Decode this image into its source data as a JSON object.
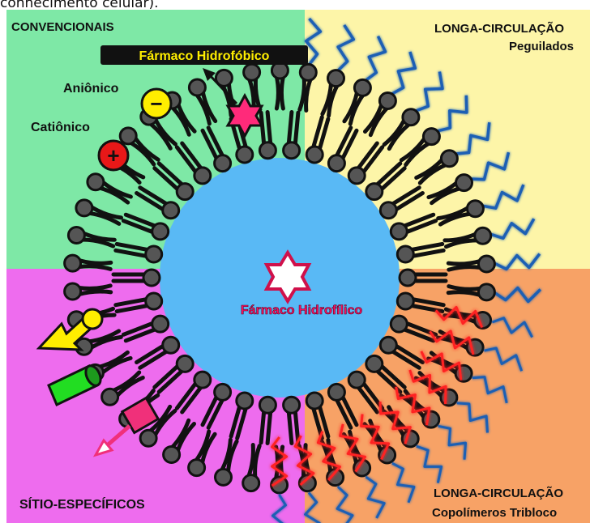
{
  "top_caption": "conhecimento celular).",
  "quadrants": {
    "top_left": {
      "title": "CONVENCIONAIS",
      "color": "#7ee8a6"
    },
    "top_right": {
      "title": "LONGA-CIRCULAÇÃO",
      "subtitle": "Peguilados",
      "color": "#fdf5a8"
    },
    "bottom_left": {
      "title": "SÍTIO-ESPECÍFICOS",
      "color": "#ee6cee"
    },
    "bottom_right": {
      "title": "LONGA-CIRCULAÇÃO",
      "subtitle": "Copolímeros Tribloco",
      "color": "#f7a266"
    }
  },
  "labels": {
    "anionic": "Aniônico",
    "cationic": "Catiônico",
    "anionic_symbol": "−",
    "cationic_symbol": "+",
    "hydrophobic_drug": "Fármaco Hidrofóbico",
    "hydrophilic_drug": "Fármaco Hidrofílico"
  },
  "colors": {
    "core": "#59b9f5",
    "lipid_head": "#555555",
    "lipid_tail": "#111111",
    "peg_chain": "#1a5fb4",
    "triblock_red": "#ff2020",
    "hydrophobic_star": "#ff2a7a",
    "anion_badge": "#ffee00",
    "cation_badge": "#e81818",
    "ligand_yellow": "#ffee00",
    "ligand_green": "#22dd22",
    "ligand_pink": "#f0307a"
  }
}
